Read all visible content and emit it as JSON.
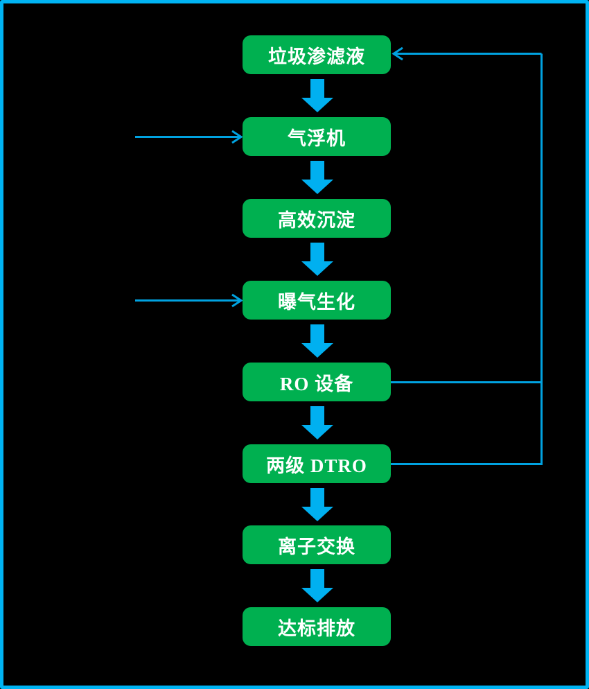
{
  "diagram": {
    "type": "flowchart",
    "direction": "top-down",
    "subject": "landfill-leachate-treatment-process",
    "nodes": [
      {
        "id": "leachate",
        "label": "垃圾渗滤液"
      },
      {
        "id": "air-flotation",
        "label": "气浮机"
      },
      {
        "id": "sedimentation",
        "label": "高效沉淀"
      },
      {
        "id": "aeration",
        "label": "曝气生化"
      },
      {
        "id": "ro-equipment",
        "label": "RO 设备"
      },
      {
        "id": "two-stage-dtro",
        "label": "两级 DTRO"
      },
      {
        "id": "ion-exchange",
        "label": "离子交换"
      },
      {
        "id": "discharge",
        "label": "达标排放"
      }
    ],
    "edges": [
      {
        "from": "leachate",
        "to": "air-flotation",
        "style": "thick-down-arrow"
      },
      {
        "from": "air-flotation",
        "to": "sedimentation",
        "style": "thick-down-arrow"
      },
      {
        "from": "sedimentation",
        "to": "aeration",
        "style": "thick-down-arrow"
      },
      {
        "from": "aeration",
        "to": "ro-equipment",
        "style": "thick-down-arrow"
      },
      {
        "from": "ro-equipment",
        "to": "two-stage-dtro",
        "style": "thick-down-arrow"
      },
      {
        "from": "two-stage-dtro",
        "to": "ion-exchange",
        "style": "thick-down-arrow"
      },
      {
        "from": "ion-exchange",
        "to": "discharge",
        "style": "thick-down-arrow"
      },
      {
        "from": "ro-equipment",
        "to": "leachate",
        "style": "thin-recycle-line-right"
      },
      {
        "from": "two-stage-dtro",
        "to": "leachate",
        "style": "thin-recycle-line-right"
      },
      {
        "to": "air-flotation",
        "style": "thin-inflow-arrow-left"
      },
      {
        "to": "aeration",
        "style": "thin-inflow-arrow-left"
      }
    ],
    "colors": {
      "background": "#000000",
      "node_fill": "#00B050",
      "node_text": "#FFFFFF",
      "thick_arrow": "#00B0F0",
      "thin_line": "#00A2E0",
      "frame_border": "#00B4F4"
    }
  }
}
